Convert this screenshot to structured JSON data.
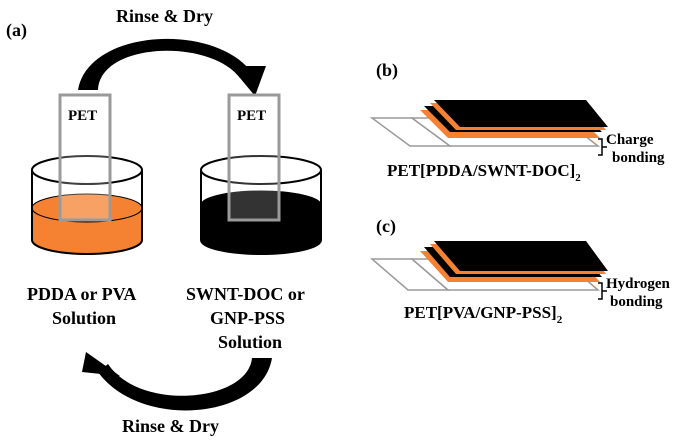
{
  "panels": {
    "a": "(a)",
    "b": "(b)",
    "c": "(c)"
  },
  "process": {
    "rinse_top": "Rinse & Dry",
    "rinse_bottom": "Rinse & Dry",
    "substrate_left": "PET",
    "substrate_right": "PET",
    "beaker_left_line1": "PDDA or PVA",
    "beaker_left_line2": "Solution",
    "beaker_right_line1": "SWNT-DOC or",
    "beaker_right_line2": "GNP-PSS",
    "beaker_right_line3": "Solution"
  },
  "stack_b": {
    "caption_main": "PET[PDDA/SWNT-DOC]",
    "caption_sub": "2",
    "bond_line1": "Charge",
    "bond_line2": "bonding"
  },
  "stack_c": {
    "caption_main": "PET[PVA/GNP-PSS]",
    "caption_sub": "2",
    "bond_line1": "Hydrogen",
    "bond_line2": "bonding"
  },
  "colors": {
    "orange_solution": "#F58232",
    "black_solution": "#000000",
    "substrate_outline": "#9A9A9A",
    "arrow": "#000000"
  }
}
